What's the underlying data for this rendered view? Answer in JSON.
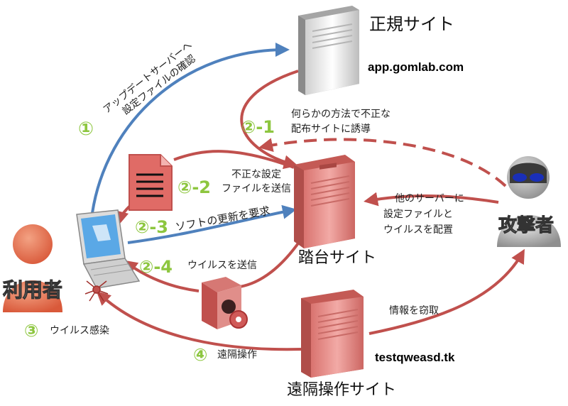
{
  "legit_site": {
    "name": "正規サイト",
    "domain": "app.gomlab.com"
  },
  "stepping_site": {
    "name": "踏台サイト"
  },
  "remote_site": {
    "name": "遠隔操作サイト",
    "domain": "testqweasd.tk"
  },
  "user": {
    "label": "利用者"
  },
  "attacker": {
    "label": "攻撃者"
  },
  "steps": {
    "s1": {
      "num": "①",
      "line1": "アップデートサーバーへ",
      "line2": "設定ファイルの確認"
    },
    "s2_1": {
      "num": "②-1",
      "line1": "何らかの方法で不正な",
      "line2": "配布サイトに誘導"
    },
    "s2_2": {
      "num": "②-2",
      "line1": "不正な設定",
      "line2": "ファイルを送信"
    },
    "s2_3": {
      "num": "②-3",
      "text": "ソフトの更新を要求"
    },
    "s2_4": {
      "num": "②-4",
      "text": "ウイルスを送信"
    },
    "s3": {
      "num": "③",
      "text": "ウイルス感染"
    },
    "s4": {
      "num": "④",
      "text": "遠隔操作"
    }
  },
  "attacker_note": {
    "line1": "他のサーバーに",
    "line2": "設定ファイルと",
    "line3": "ウイルスを配置"
  },
  "steal_note": "情報を窃取",
  "colors": {
    "red_arrow": "#c0504d",
    "blue_arrow": "#4f81bd",
    "step_green": "#8dc63f",
    "server_pink": "#e88a86"
  }
}
